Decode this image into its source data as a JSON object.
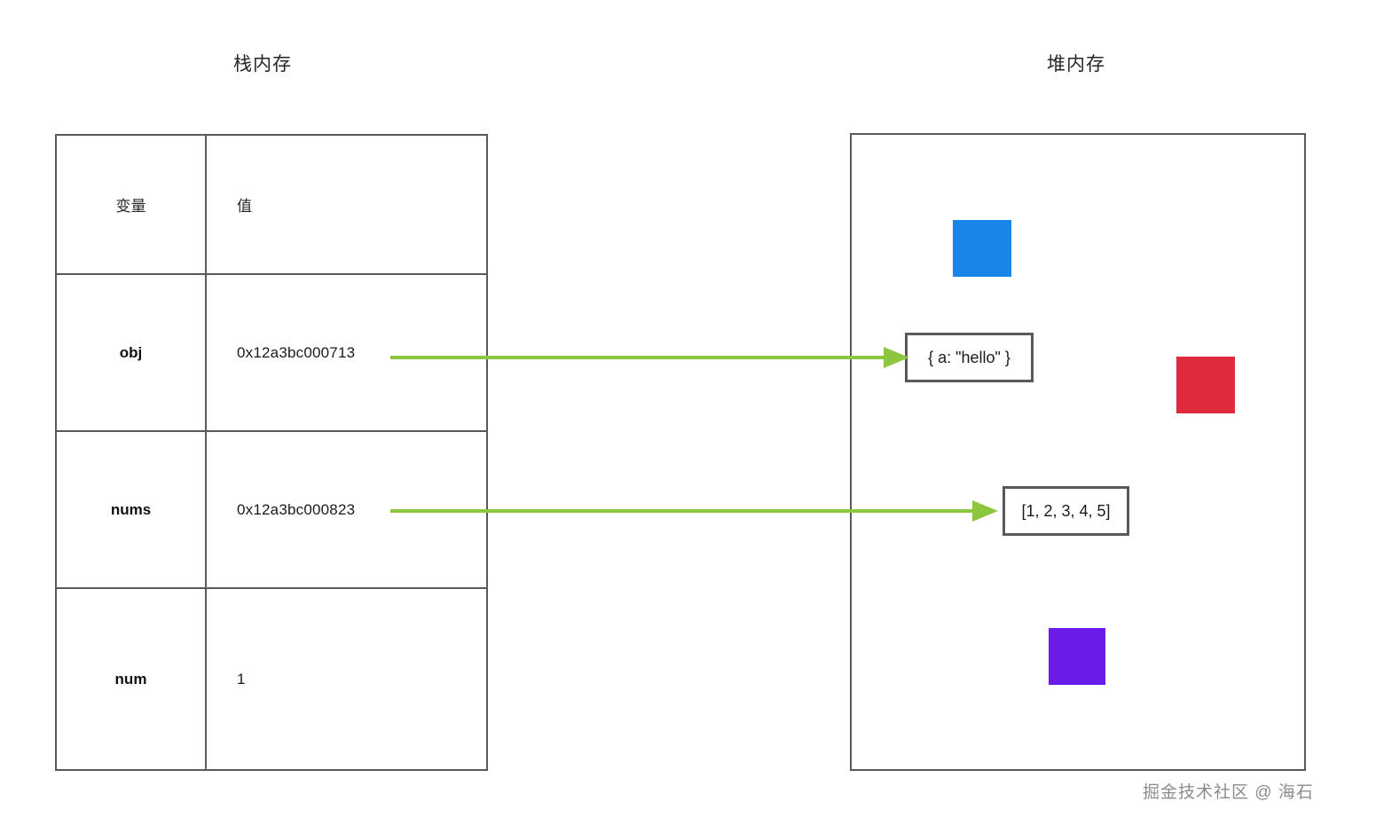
{
  "diagram": {
    "stack": {
      "title": "栈内存",
      "table": {
        "headers": {
          "variable": "变量",
          "value": "值"
        },
        "rows": [
          {
            "variable": "obj",
            "value": "0x12a3bc000713",
            "is_pointer": true
          },
          {
            "variable": "nums",
            "value": "0x12a3bc000823",
            "is_pointer": true
          },
          {
            "variable": "num",
            "value": "1",
            "is_pointer": false
          }
        ]
      }
    },
    "heap": {
      "title": "堆内存",
      "value_boxes": [
        {
          "id": "object",
          "label": "{ a: \"hello\" }"
        },
        {
          "id": "array",
          "label": "[1, 2, 3, 4, 5]"
        }
      ],
      "squares": [
        {
          "id": "blue",
          "color": "#1a85e8"
        },
        {
          "id": "red",
          "color": "#e02a3e"
        },
        {
          "id": "purple",
          "color": "#6a1be8"
        }
      ]
    },
    "arrows": [
      {
        "from": "obj",
        "to": "object"
      },
      {
        "from": "nums",
        "to": "array"
      }
    ],
    "colors": {
      "arrow": "#8cc63e",
      "border": "#595959",
      "text": "#1a1a1a",
      "watermark": "#8c8c8c",
      "background": "#ffffff"
    },
    "watermark": "掘金技术社区 @ 海石"
  }
}
